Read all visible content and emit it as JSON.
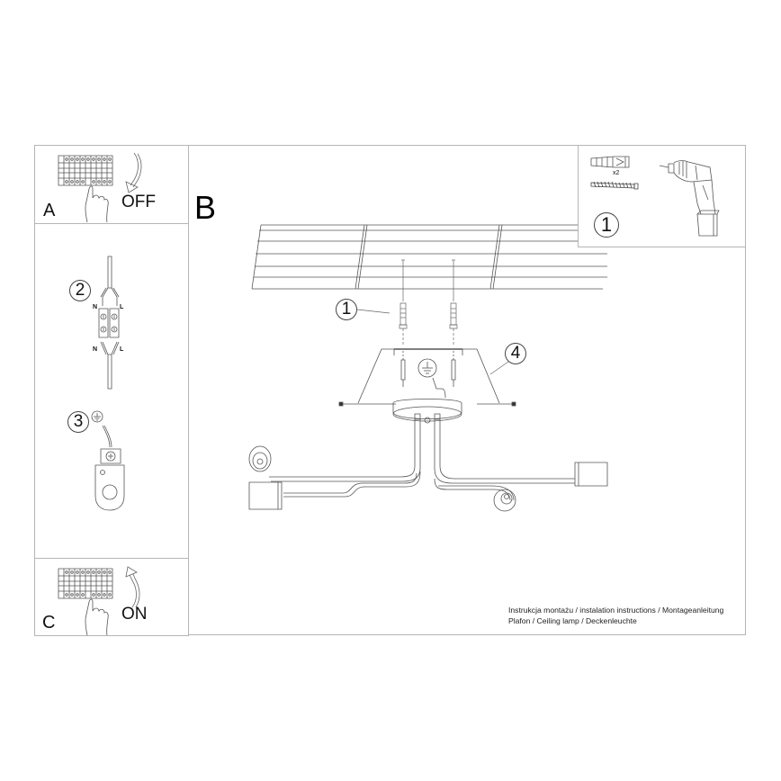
{
  "document": {
    "type": "installation instructions sheet",
    "colors": {
      "line": "#4a4a4a",
      "border": "#b5b5b5",
      "background": "#ffffff",
      "text": "#111111"
    }
  },
  "panel_a": {
    "letter": "A",
    "state_label": "OFF",
    "icons": [
      "circuit-breaker-panel-icon",
      "hand-icon",
      "arrow-down-curved-icon"
    ]
  },
  "panel_b": {
    "letter": "B",
    "callouts": [
      "1",
      "4"
    ],
    "icons": [
      "ceiling-planks",
      "wall-plug-anchor-icon",
      "mounting-bracket-icon",
      "ground-symbol-icon",
      "canopy-icon",
      "lamp-arms-icon"
    ]
  },
  "panel_c": {
    "letter": "C",
    "state_label": "ON",
    "icons": [
      "circuit-breaker-panel-icon",
      "hand-icon",
      "arrow-up-curved-icon"
    ]
  },
  "tools_panel": {
    "step_number": "1",
    "quantity_label": "x2",
    "icons": [
      "wall-plug-icon",
      "screw-icon",
      "drill-icon"
    ]
  },
  "wiring_steps": [
    {
      "number": "2",
      "labels_top": [
        "N",
        "L"
      ],
      "labels_bottom": [
        "N",
        "L"
      ],
      "icon": "terminal-block-icon"
    },
    {
      "number": "3",
      "icon": "ground-terminal-icon"
    }
  ],
  "caption": {
    "line1": "Instrukcja montażu / instalation instructions / Montageanleitung",
    "line2": "Plafon / Ceiling lamp / Deckenleuchte"
  }
}
